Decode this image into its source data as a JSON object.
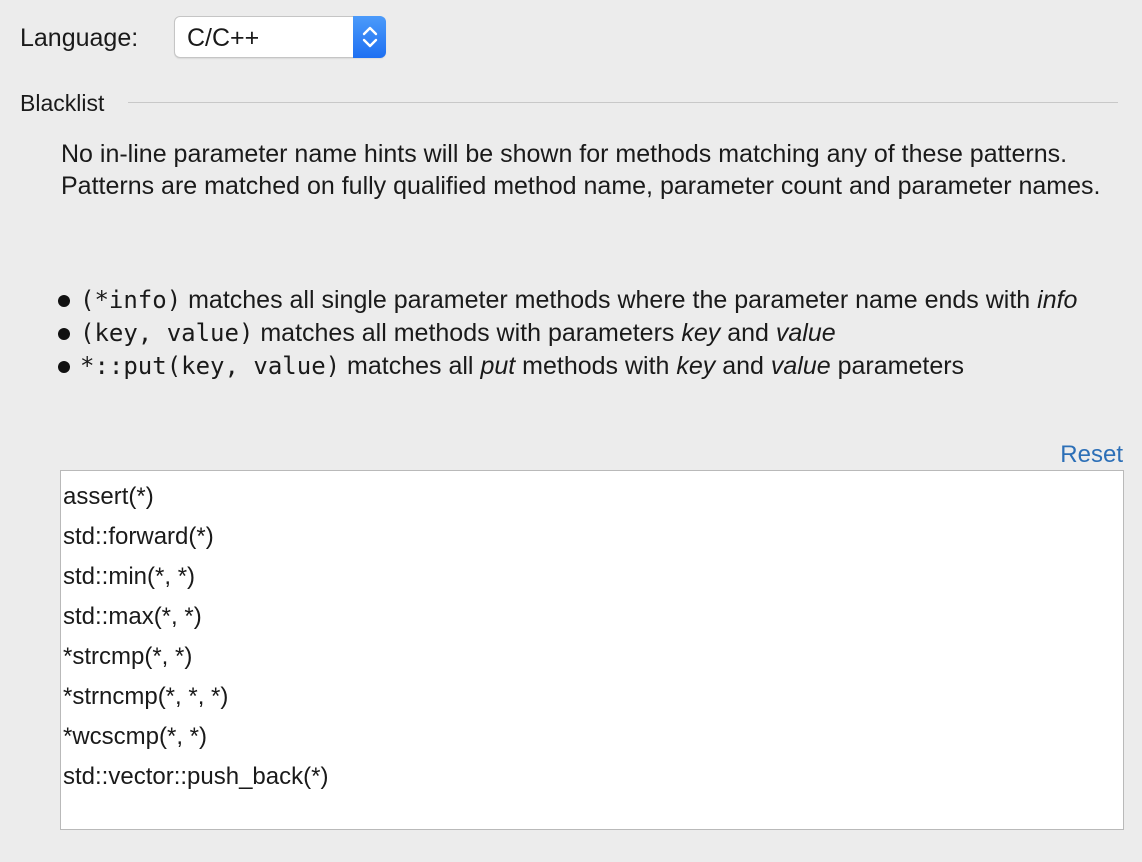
{
  "language": {
    "label": "Language:",
    "selected": "C/C++"
  },
  "section": {
    "title": "Blacklist"
  },
  "description": {
    "line1": "No in-line parameter name hints will be shown for methods matching any of these patterns.",
    "line2": "Patterns are matched on fully qualified method name, parameter count and parameter names."
  },
  "bullets": [
    {
      "code": "(*info)",
      "t1": " matches all single parameter methods where the parameter name ends with ",
      "i1": "info"
    },
    {
      "code": "(key, value)",
      "t1": " matches all methods with parameters ",
      "i1": "key",
      "t2": " and ",
      "i2": "value"
    },
    {
      "code": "*::put(key, value)",
      "t1": " matches all ",
      "i1": "put",
      "t2": " methods with ",
      "i2": "key",
      "t3": " and ",
      "i3": "value",
      "t4": " parameters"
    }
  ],
  "reset_label": "Reset",
  "patterns": [
    "assert(*)",
    "std::forward(*)",
    "std::min(*, *)",
    "std::max(*, *)",
    "*strcmp(*, *)",
    "*strncmp(*, *, *)",
    "*wcscmp(*, *)",
    "std::vector::push_back(*)"
  ],
  "colors": {
    "background": "#ececec",
    "link": "#2c6fb7",
    "select_accent": "#1d6ff2"
  }
}
